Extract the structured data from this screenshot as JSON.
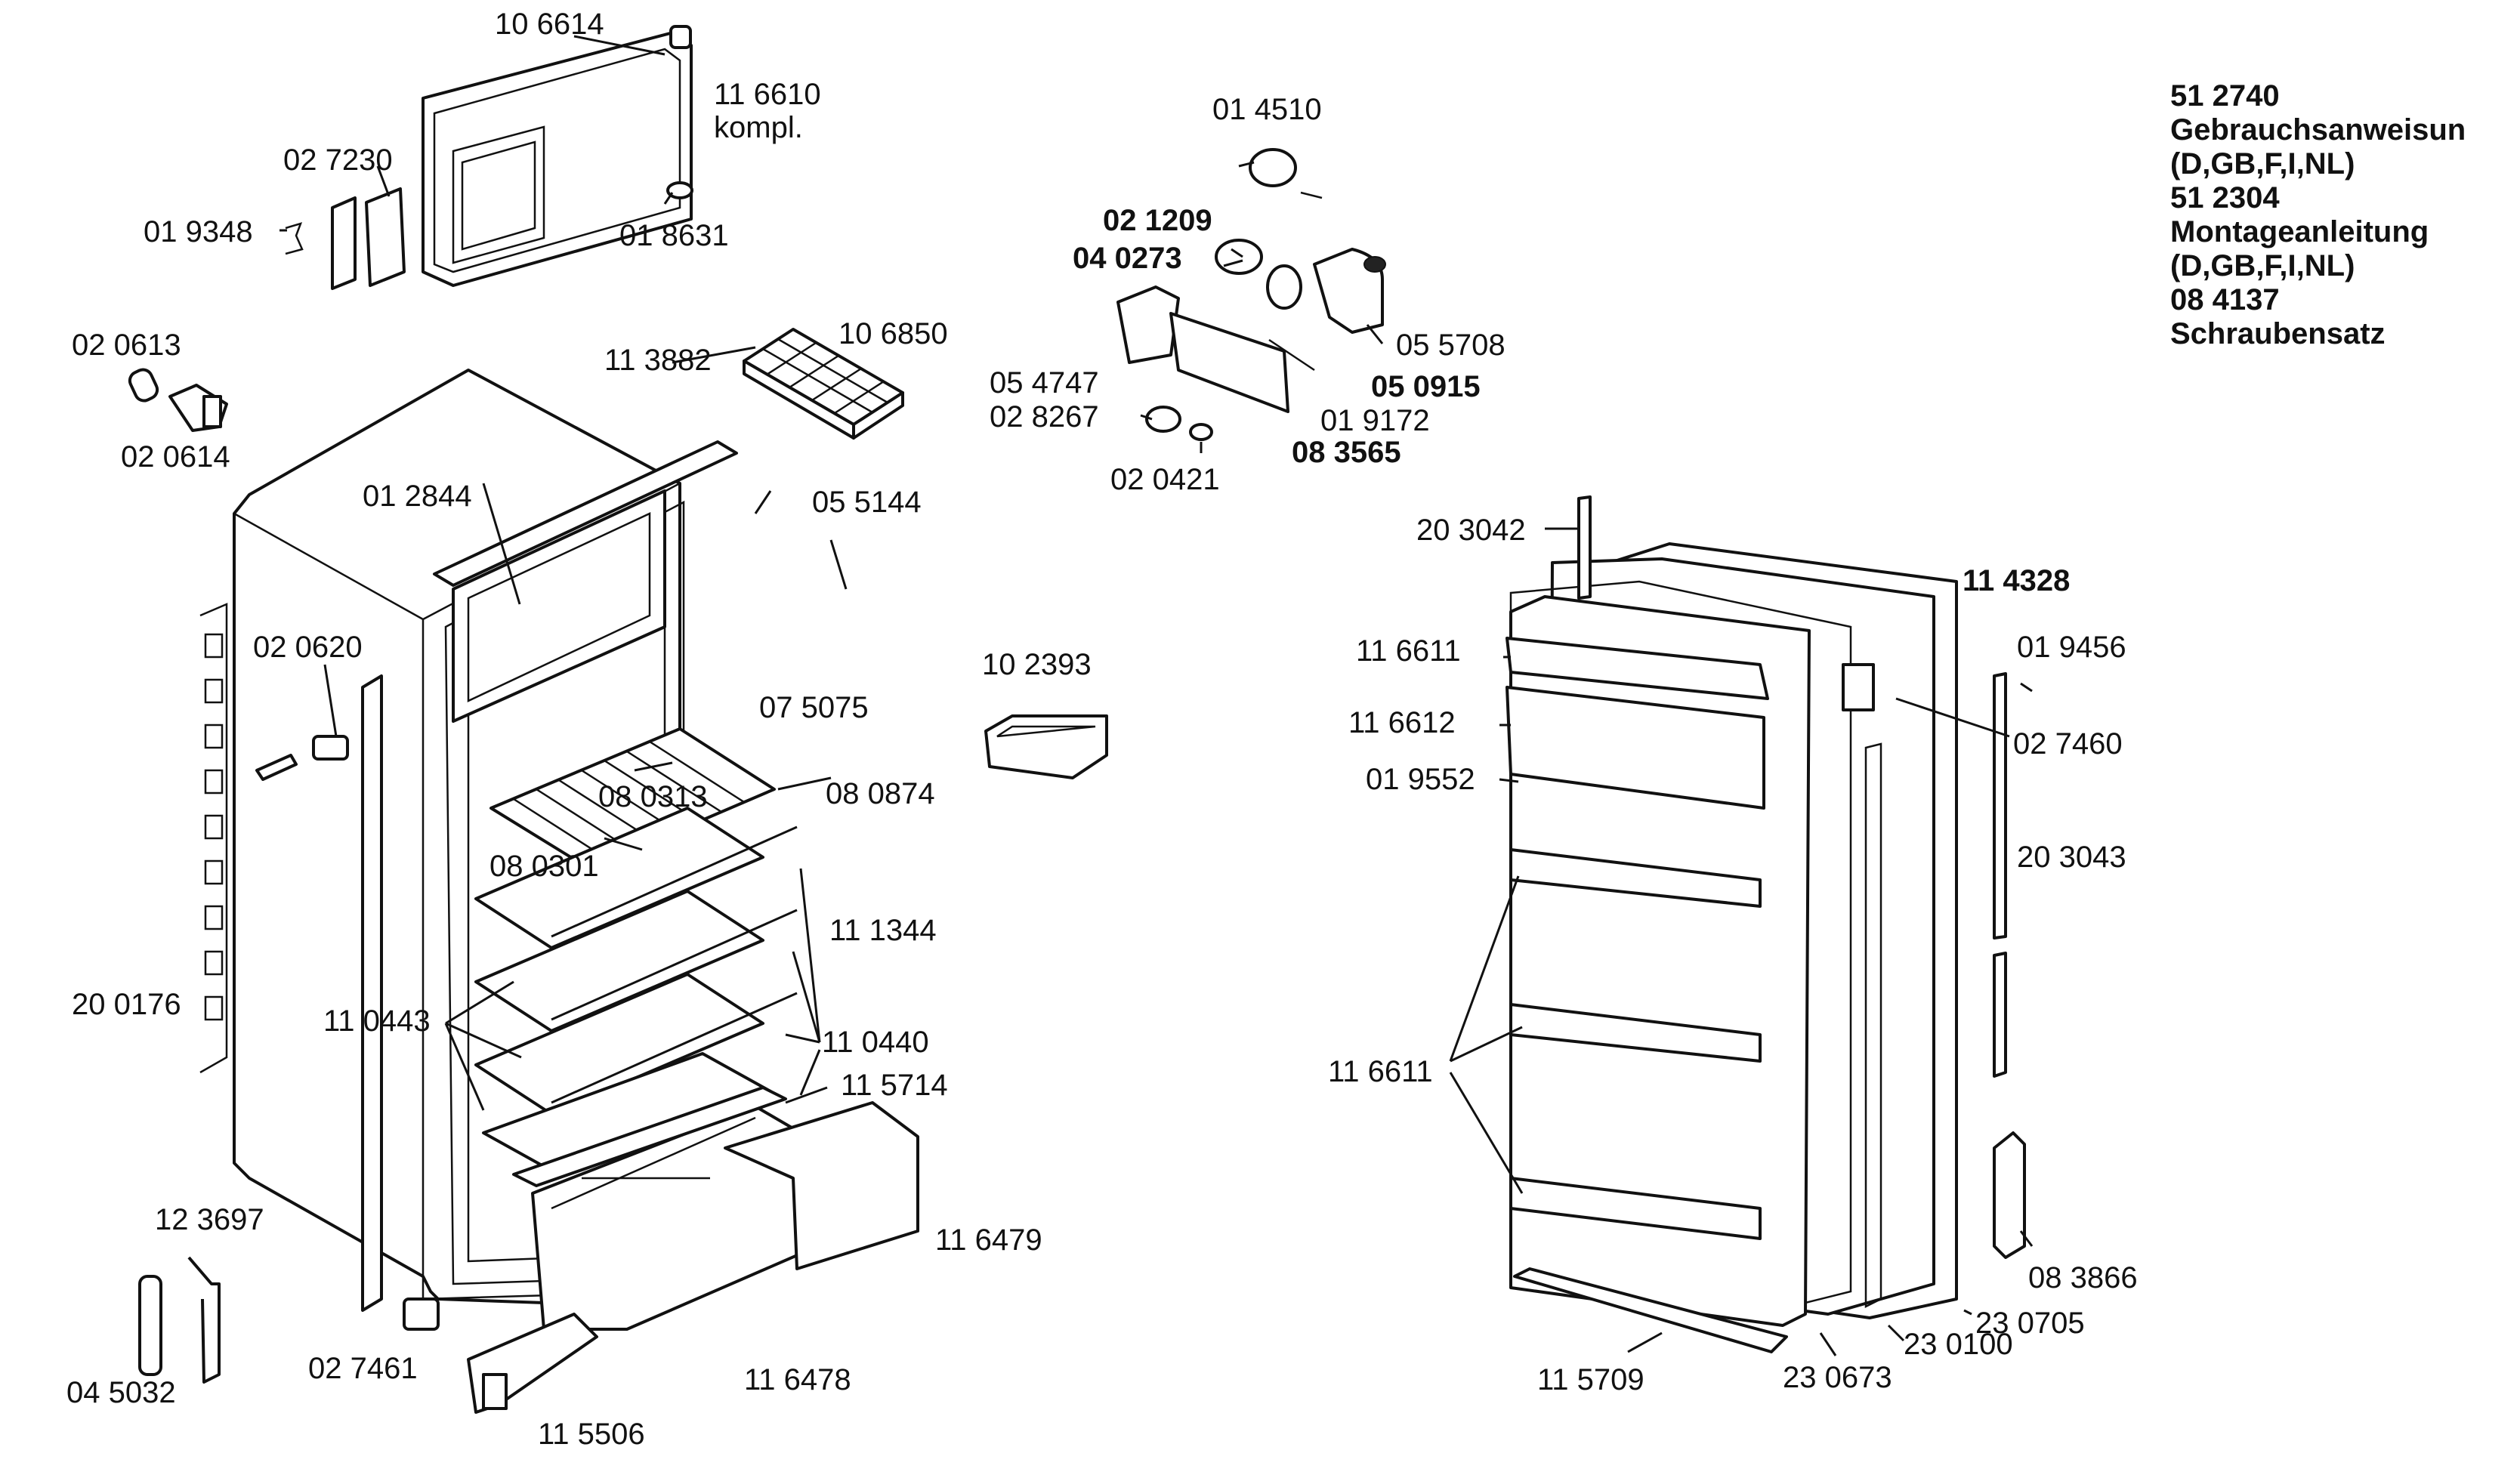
{
  "labels": {
    "l_106614": "10 6614",
    "l_116610": "11 6610",
    "l_kompl": "kompl.",
    "l_027230": "02 7230",
    "l_019348": "01 9348",
    "l_018631": "01 8631",
    "l_020613": "02 0613",
    "l_020614": "02 0614",
    "l_113882": "11 3882",
    "l_106850": "10 6850",
    "l_012844": "01 2844",
    "l_055144": "05 5144",
    "l_020620": "02 0620",
    "l_102393": "10 2393",
    "l_075075": "07 5075",
    "l_080313": "08 0313",
    "l_080874": "08 0874",
    "l_080301": "08 0301",
    "l_111344": "11 1344",
    "l_200176": "20 0176",
    "l_110443": "11 0443",
    "l_110440": "11 0440",
    "l_115714": "11 5714",
    "l_116479": "11 6479",
    "l_123697": "12 3697",
    "l_027461": "02 7461",
    "l_045032": "04 5032",
    "l_116478": "11 6478",
    "l_115506": "11 5506",
    "l_014510": "01 4510",
    "l_021209": "02 1209",
    "l_040273": "04 0273",
    "l_055708": "05 5708",
    "l_054747": "05 4747",
    "l_050915": "05 0915",
    "l_028267": "02 8267",
    "l_019172": "01 9172",
    "l_083565": "08 3565",
    "l_020421": "02 0421",
    "l_203042": "20 3042",
    "l_114328": "11 4328",
    "l_116611a": "11 6611",
    "l_116612": "11 6612",
    "l_019552": "01 9552",
    "l_116611b": "11 6611",
    "l_019456": "01 9456",
    "l_027460": "02 7460",
    "l_203043": "20 3043",
    "l_083866": "08 3866",
    "l_230705": "23 0705",
    "l_230100": "23 0100",
    "l_230673": "23 0673",
    "l_115709": "11 5709"
  },
  "info": {
    "line1": "51 2740",
    "line2": "Gebrauchsanweisun",
    "line3": "(D,GB,F,I,NL)",
    "line4": "51 2304",
    "line5": "Montageanleitung",
    "line6": "(D,GB,F,I,NL)",
    "line7": "08 4137",
    "line8": "Schraubensatz"
  }
}
